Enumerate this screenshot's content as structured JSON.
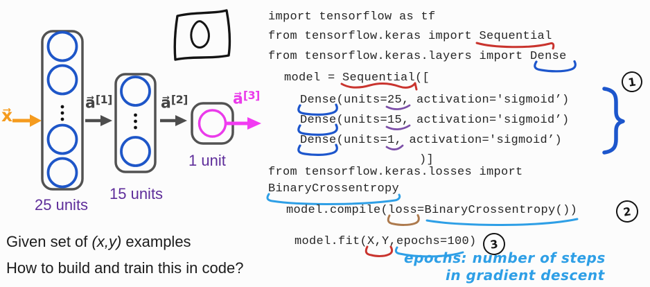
{
  "slide": {
    "diagram": {
      "input_label": "x⃗",
      "activation_labels": [
        {
          "base": "a⃗",
          "sup": "[1]"
        },
        {
          "base": "a⃗",
          "sup": "[2]"
        },
        {
          "base": "a⃗",
          "sup": "[3]"
        }
      ],
      "layer_labels": [
        "25 units",
        "15 units",
        "1 unit"
      ],
      "handwritten_digit": "0"
    },
    "questions": {
      "line1_prefix": "Given set of ",
      "line1_math": "(x,y)",
      "line1_suffix": " examples",
      "line2": "How to build and train this in code?"
    },
    "code": {
      "lines": [
        "import tensorflow as tf",
        "from tensorflow.keras import Sequential",
        "from tensorflow.keras.layers import Dense",
        "model = Sequential([",
        "Dense(units=25, activation='sigmoid’)",
        "Dense(units=15, activation='sigmoid’)",
        "Dense(units=1, activation='sigmoid’)",
        ")]",
        "from tensorflow.keras.losses import",
        "BinaryCrossentropy",
        "model.compile(loss=BinaryCrossentropy())",
        "model.fit(X,Y,epochs=100)"
      ]
    },
    "annotations": {
      "steps": [
        "1",
        "2",
        "3"
      ],
      "note_line1": "epochs: number of steps",
      "note_line2": "in gradient descent"
    },
    "colors": {
      "input_orange": "#F59B1E",
      "neuron_blue": "#1E56C8",
      "outline_gray": "#525252",
      "arrow_gray": "#4D4D4D",
      "output_magenta": "#EA3BEA",
      "label_purple": "#5E2D9A",
      "annotation_red": "#C9342E",
      "annotation_blue": "#1D56CC",
      "annotation_purple": "#7C4FA8",
      "annotation_cyan": "#2E9FE6",
      "annotation_brown": "#AD7A4D",
      "ink_black": "#141414"
    }
  }
}
